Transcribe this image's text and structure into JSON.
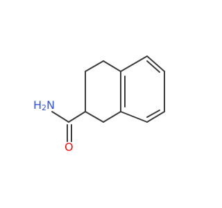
{
  "molecule": {
    "atoms": {
      "nitrogen": {
        "element": "N",
        "label": "H",
        "subscript": "2",
        "color": "#3050F8"
      },
      "oxygen": {
        "element": "O",
        "label": "O",
        "color": "#FF0D0D"
      }
    },
    "bond_color": "#3a3a3a"
  }
}
